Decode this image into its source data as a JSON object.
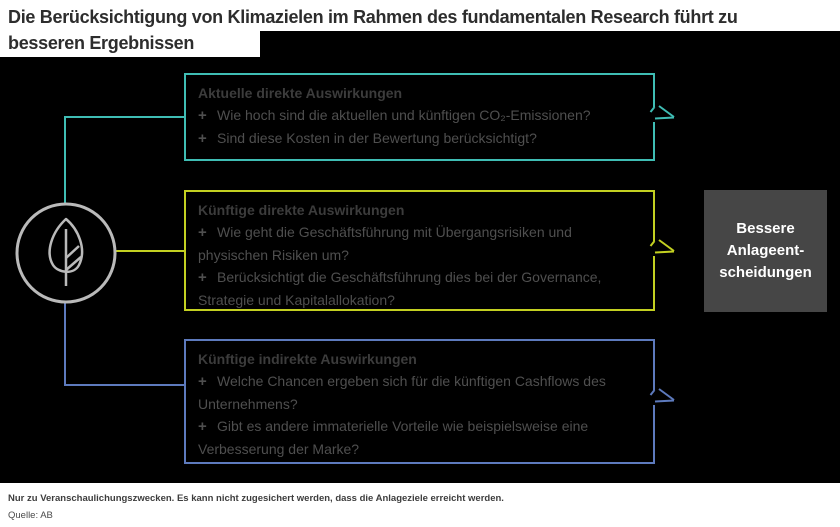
{
  "title": "Die Berücksichtigung von Klimazielen im Rahmen des fundamentalen Research führt zu\nbesseren Ergebnissen",
  "bullet_marker": "+",
  "boxes": [
    {
      "heading": "Aktuelle direkte Auswirkungen",
      "items": [
        "Wie hoch sind die aktuellen und künftigen CO₂-Emissionen?",
        "Sind diese Kosten in der Bewertung berücksichtigt?"
      ],
      "accent": "#3fbdb4"
    },
    {
      "heading": "Künftige direkte Auswirkungen",
      "items": [
        "Wie geht die Geschäftsführung mit Übergangsrisiken und\nphysischen Risiken um?",
        "Berücksichtigt die Geschäftsführung dies bei der Governance,\nStrategie und Kapitalallokation?"
      ],
      "accent": "#c3d021"
    },
    {
      "heading": "Künftige indirekte Auswirkungen",
      "items": [
        "Welche Chancen ergeben sich für die künftigen Cashflows des\nUnternehmens?",
        "Gibt es andere immaterielle Vorteile wie beispielsweise eine\nVerbesserung der Marke?"
      ],
      "accent": "#5d7abd"
    }
  ],
  "result_box": {
    "label": "Bessere\nAnlageent-\nscheidungen",
    "background": "#464646"
  },
  "footer": {
    "disclaimer": "Nur zu Veranschaulichungszwecken. Es kann nicht zugesichert werden, dass die Anlageziele erreicht werden.",
    "source": "Quelle: AB"
  },
  "icons": {
    "leaf": "leaf-in-circle-icon",
    "flow_arrow": "right-arrow-notch-icon"
  },
  "colors": {
    "background": "#000000",
    "title_text": "#2d2d2d",
    "heading_text": "#3c3c3c",
    "body_text": "#4f4f4f",
    "accent_teal": "#3fbdb4",
    "accent_lime": "#c3d021",
    "accent_blue": "#5d7abd",
    "icon_gray": "#bababa",
    "result_background": "#464646",
    "result_text": "#ffffff"
  }
}
